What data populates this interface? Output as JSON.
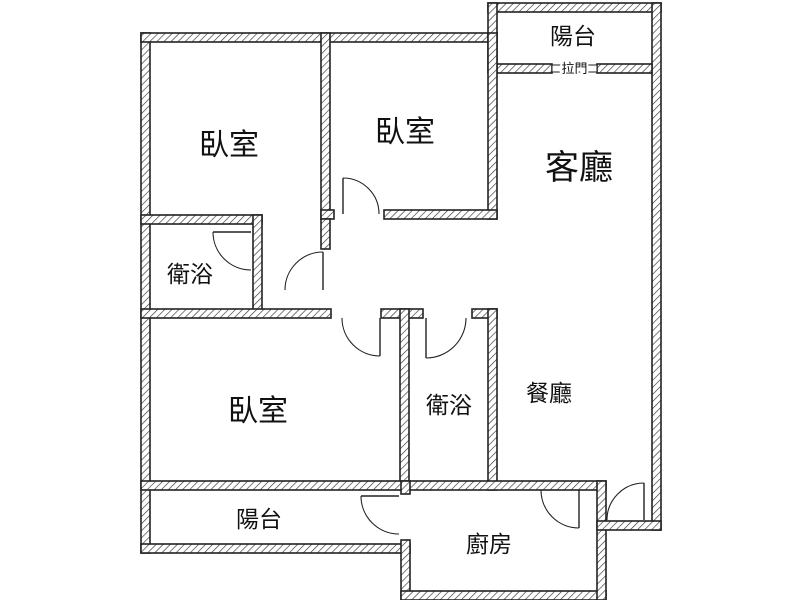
{
  "rooms": {
    "bedroom_top_left": "臥室",
    "bedroom_top_mid": "臥室",
    "bedroom_bottom": "臥室",
    "bath_left": "衛浴",
    "bath_mid": "衛浴",
    "living_room": "客廳",
    "dining_room": "餐廳",
    "kitchen": "廚房",
    "balcony_top": "陽台",
    "balcony_bottom": "陽台"
  },
  "labels": {
    "sliding_door": "拉門"
  },
  "colors": {
    "wall_stroke": "#222222",
    "hatch": "#333333",
    "background": "#ffffff"
  }
}
